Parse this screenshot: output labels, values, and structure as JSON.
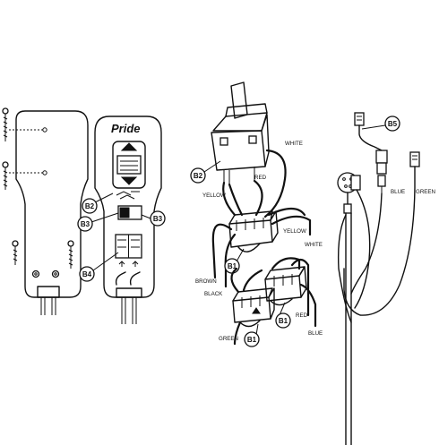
{
  "brand": "Pride",
  "callouts": {
    "b1": "B1",
    "b2": "B2",
    "b3": "B3",
    "b4": "B4",
    "b5": "B5"
  },
  "wire_labels": {
    "white": "WHITE",
    "red": "RED",
    "yellow": "YELLOW",
    "brown": "BROWN",
    "black": "BLACK",
    "green": "GREEN",
    "blue": "BLUE"
  }
}
